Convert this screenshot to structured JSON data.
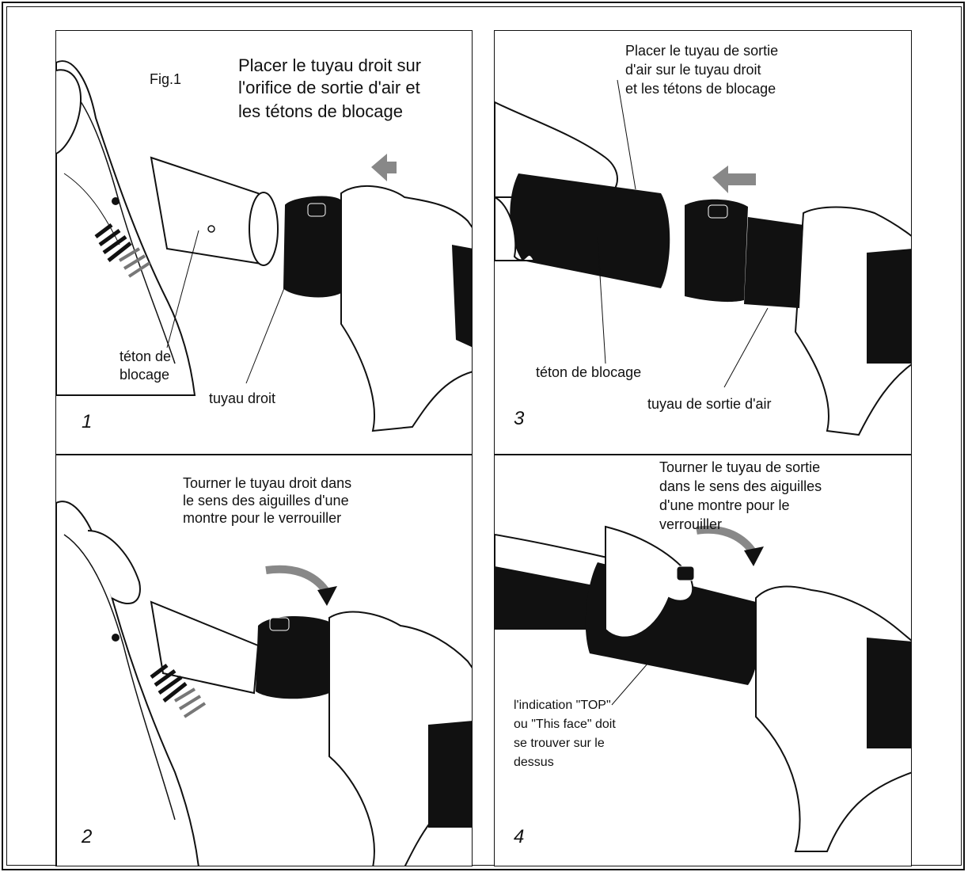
{
  "figure_label": "Fig.1",
  "panels": [
    {
      "number": "1",
      "instruction": [
        "Placer le tuyau droit sur",
        "l'orifice de sortie d'air et",
        "les tétons de blocage"
      ],
      "callouts": {
        "lock_pin": [
          "téton de",
          "blocage"
        ],
        "straight_pipe": "tuyau droit"
      }
    },
    {
      "number": "2",
      "instruction": [
        "Tourner le tuyau droit dans",
        "le sens des aiguilles d'une",
        "montre pour le verrouiller"
      ]
    },
    {
      "number": "3",
      "instruction": [
        "Placer le tuyau de sortie",
        "d'air sur le tuyau droit",
        "et les tétons de blocage"
      ],
      "callouts": {
        "lock_pin": "téton de blocage",
        "outlet_pipe": "tuyau de sortie d'air"
      }
    },
    {
      "number": "4",
      "instruction": [
        "Tourner le tuyau de sortie",
        "dans le sens des aiguilles",
        "d'une montre pour le",
        "verrouiller"
      ],
      "callouts": {
        "top_indication": [
          "l'indication \"TOP\"",
          "ou \"This face\" doit",
          "se trouver sur le",
          "dessus"
        ]
      }
    }
  ]
}
